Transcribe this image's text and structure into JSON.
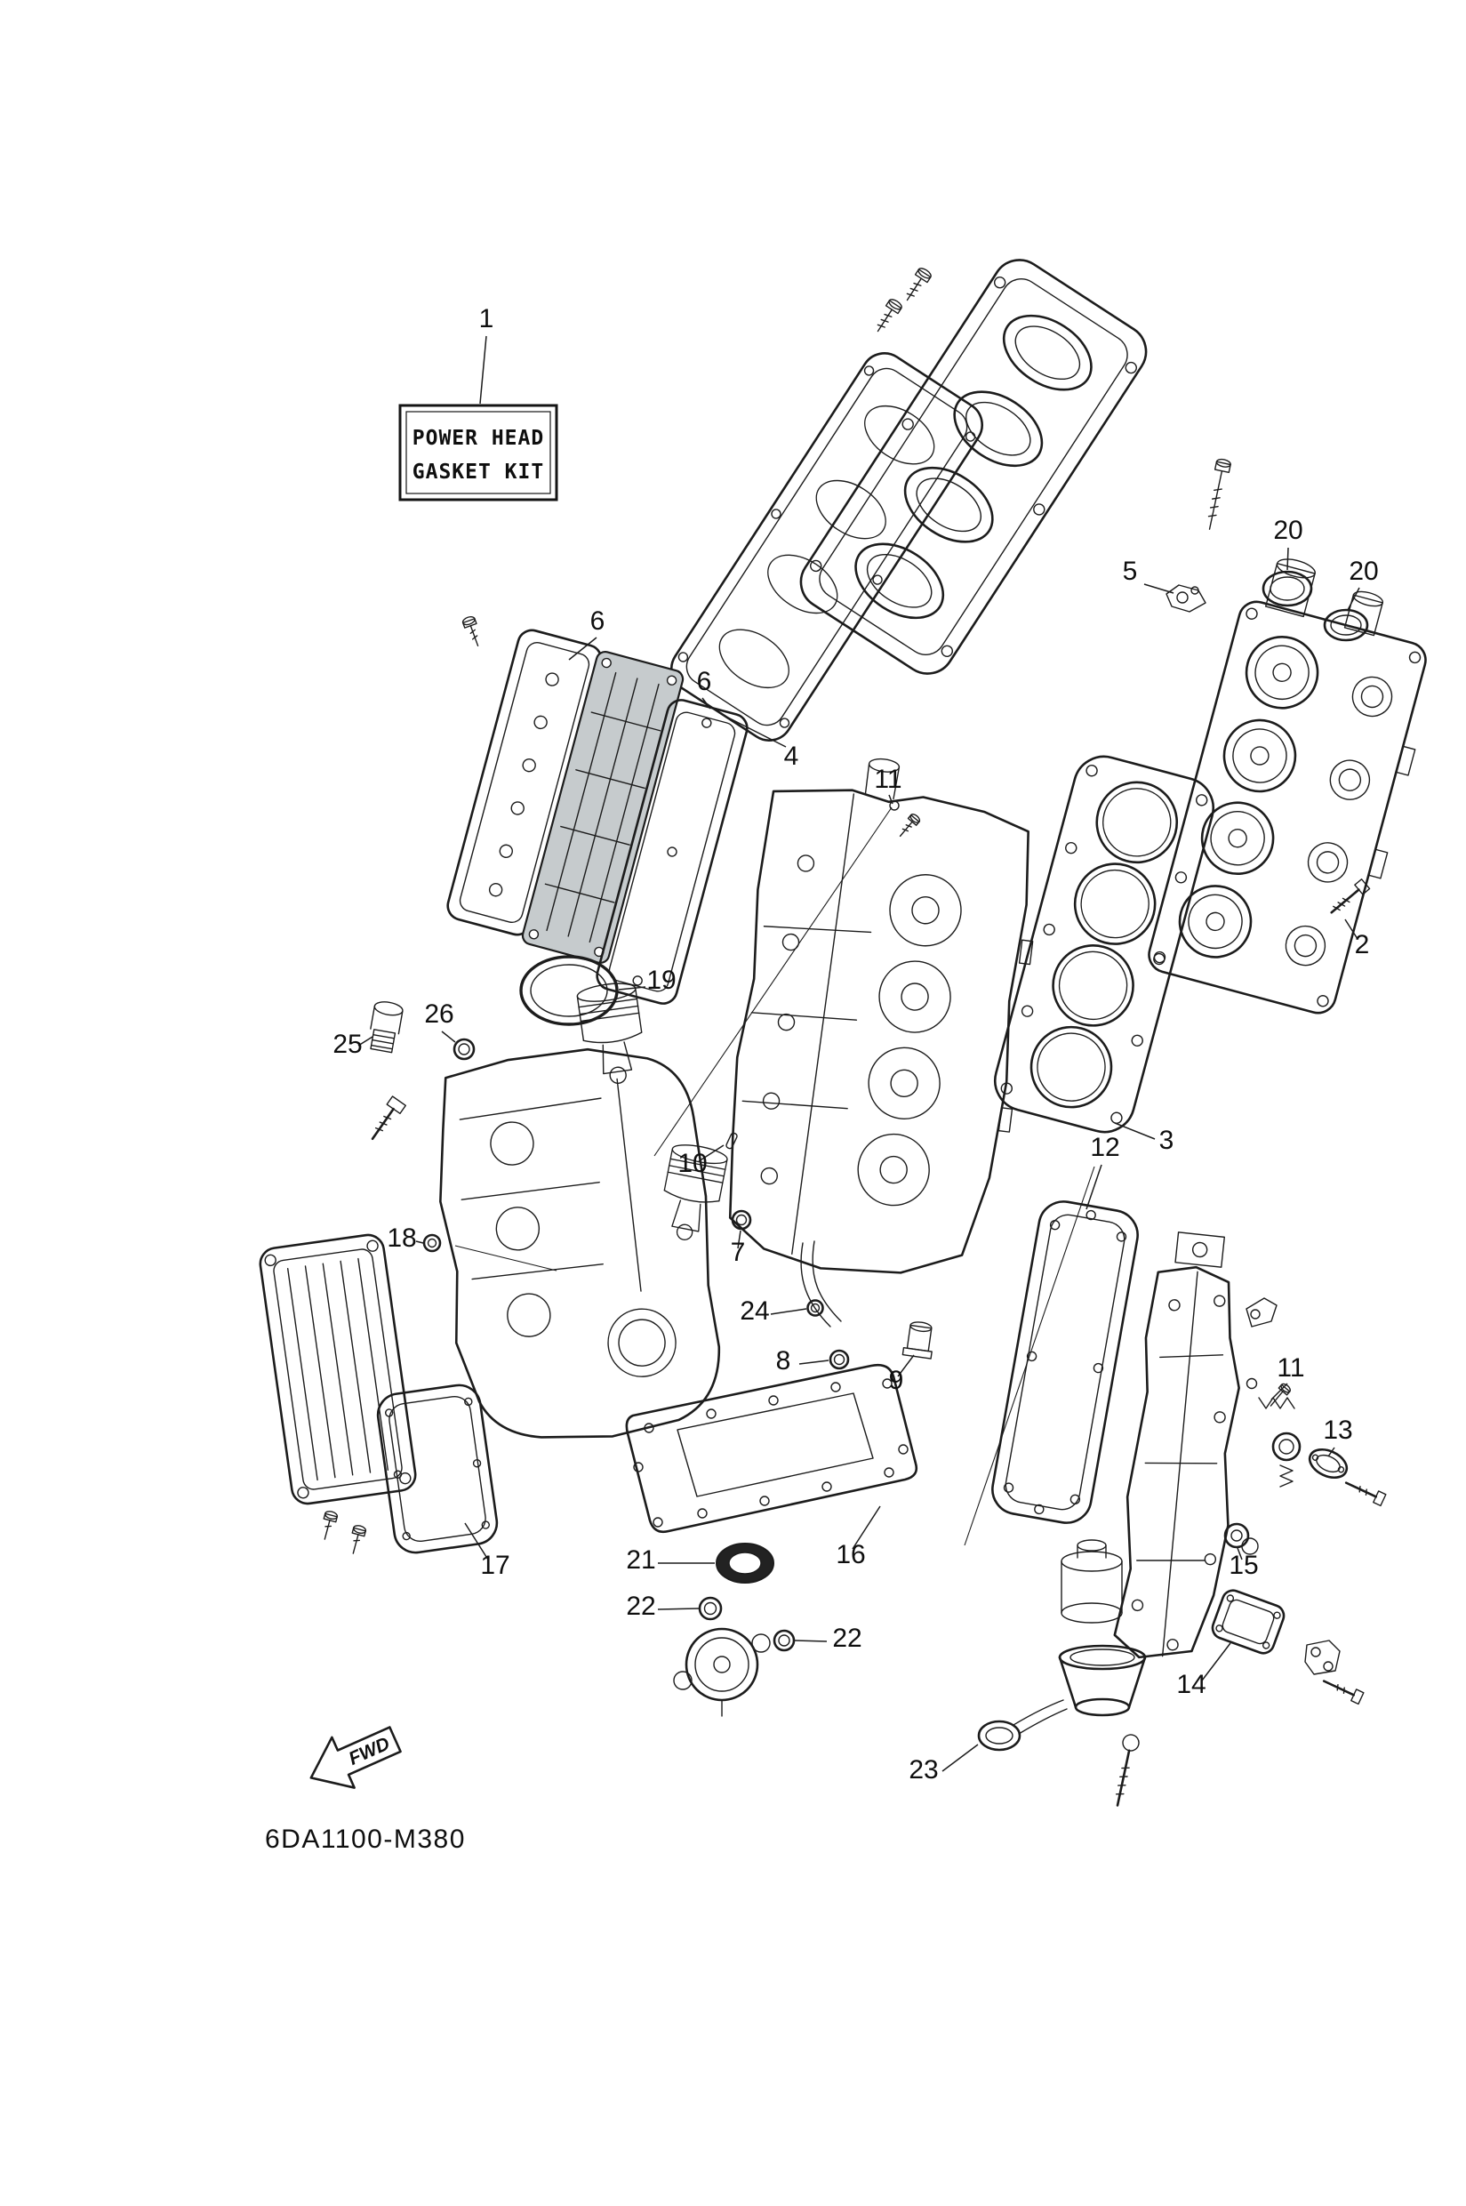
{
  "figure": {
    "drawing_code": "6DA1100-M380",
    "fwd_label": "FWD"
  },
  "title_box": {
    "line1": "POWER HEAD",
    "line2": "GASKET KIT"
  },
  "callouts": {
    "c1": "1",
    "c2": "2",
    "c3": "3",
    "c4": "4",
    "c5": "5",
    "c6a": "6",
    "c6b": "6",
    "c7": "7",
    "c8": "8",
    "c9": "9",
    "c10": "10",
    "c11a": "11",
    "c11b": "11",
    "c12": "12",
    "c13": "13",
    "c14": "14",
    "c15": "15",
    "c16": "16",
    "c17": "17",
    "c18": "18",
    "c19": "19",
    "c20a": "20",
    "c20b": "20",
    "c21": "21",
    "c22a": "22",
    "c22b": "22",
    "c23": "23",
    "c24": "24",
    "c25": "25",
    "c26": "26"
  }
}
